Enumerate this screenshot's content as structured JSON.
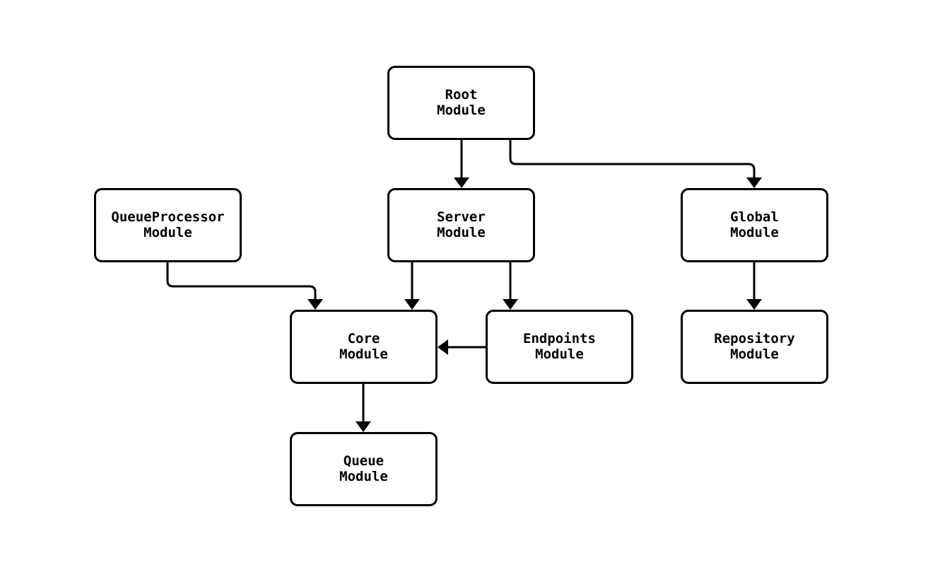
{
  "diagram": {
    "type": "module-dependency-flowchart",
    "colors": {
      "background": "#ffffff",
      "node_fill": "#ffffff",
      "node_border": "#000000",
      "edge_stroke": "#000000",
      "text": "#000000"
    },
    "nodes": [
      {
        "id": "root",
        "label": "Root Module",
        "line1": "Root",
        "line2": "Module"
      },
      {
        "id": "server",
        "label": "Server Module",
        "line1": "Server",
        "line2": "Module"
      },
      {
        "id": "global",
        "label": "Global Module",
        "line1": "Global",
        "line2": "Module"
      },
      {
        "id": "queueprocessor",
        "label": "QueueProcessor Module",
        "line1": "QueueProcessor",
        "line2": "Module"
      },
      {
        "id": "core",
        "label": "Core Module",
        "line1": "Core",
        "line2": "Module"
      },
      {
        "id": "endpoints",
        "label": "Endpoints Module",
        "line1": "Endpoints",
        "line2": "Module"
      },
      {
        "id": "repository",
        "label": "Repository Module",
        "line1": "Repository",
        "line2": "Module"
      },
      {
        "id": "queue",
        "label": "Queue Module",
        "line1": "Queue",
        "line2": "Module"
      }
    ],
    "edges": [
      {
        "from": "Root Module",
        "to": "Server Module"
      },
      {
        "from": "Root Module",
        "to": "Global Module"
      },
      {
        "from": "QueueProcessor Module",
        "to": "Core Module"
      },
      {
        "from": "Server Module",
        "to": "Core Module"
      },
      {
        "from": "Server Module",
        "to": "Endpoints Module"
      },
      {
        "from": "Endpoints Module",
        "to": "Core Module"
      },
      {
        "from": "Global Module",
        "to": "Repository Module"
      },
      {
        "from": "Core Module",
        "to": "Queue Module"
      }
    ]
  }
}
